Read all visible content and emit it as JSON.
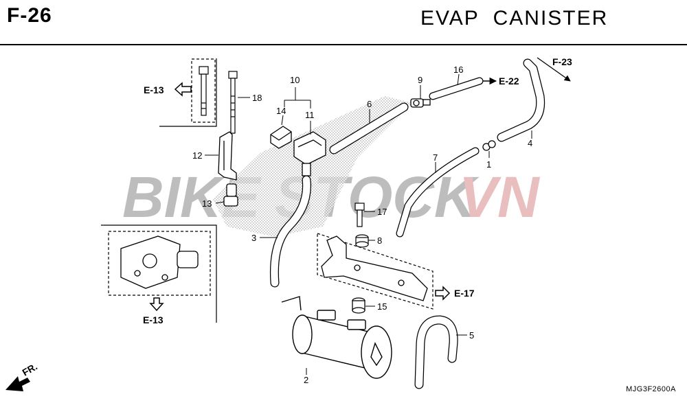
{
  "header": {
    "code": "F-26",
    "title": "EVAP  CANISTER"
  },
  "catalog_number": "MJG3F2600A",
  "watermark": {
    "left": "BIKE",
    "middle": "STOCK",
    "right": "VN",
    "colors": {
      "grey": "#a7a7a7",
      "red": "#e2a9a9"
    }
  },
  "part_numbers": [
    "1",
    "2",
    "3",
    "4",
    "5",
    "6",
    "7",
    "8",
    "9",
    "10",
    "11",
    "12",
    "13",
    "14",
    "15",
    "16",
    "17",
    "18"
  ],
  "cross_refs": {
    "e13_top": "E-13",
    "e13_bottom": "E-13",
    "e22": "E-22",
    "f23": "F-23",
    "e17": "E-17"
  },
  "direction_marker": "FR."
}
